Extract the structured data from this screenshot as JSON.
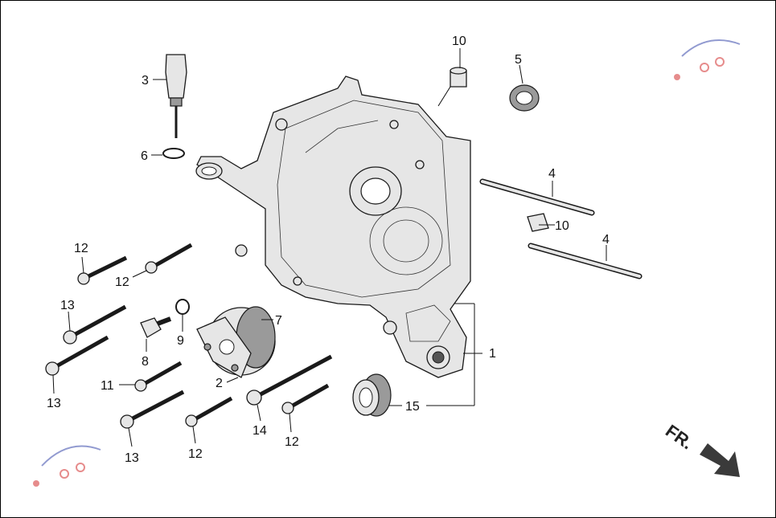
{
  "labels": {
    "l1": "1",
    "l2": "2",
    "l3": "3",
    "l4a": "4",
    "l4b": "4",
    "l5": "5",
    "l6": "6",
    "l7": "7",
    "l8": "8",
    "l9": "9",
    "l10a": "10",
    "l10b": "10",
    "l11": "11",
    "l12a": "12",
    "l12b": "12",
    "l12c": "12",
    "l12d": "12",
    "l13a": "13",
    "l13b": "13",
    "l13c": "13",
    "l14": "14",
    "l15": "15"
  },
  "direction": "FR.",
  "colors": {
    "ink": "#111111",
    "part_fill": "#e6e6e6",
    "watermark_red": "#d32f2f",
    "watermark_blue": "#3949ab"
  }
}
